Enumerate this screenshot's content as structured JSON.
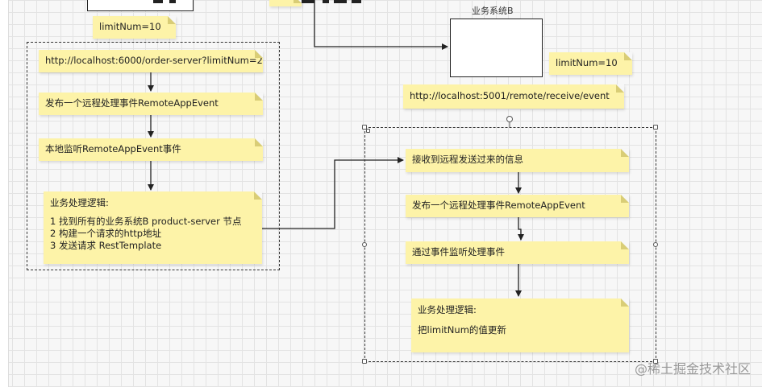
{
  "notes": {
    "top_limit": "limitNum=10",
    "url_a": "http://localhost:6000/order-server?limitNum=2",
    "publish_a": "发布一个远程处理事件RemoteAppEvent",
    "listen_local": "本地监听RemoteAppEvent事件",
    "logic_a": {
      "title": "业务处理逻辑:",
      "steps": [
        "1  找到所有的业务系统B  product-server 节点",
        "2  构建一个请求的http地址",
        "3  发送请求 RestTemplate"
      ]
    },
    "limit_b": "limitNum=10",
    "url_b": "http://localhost:5001/remote/receive/event",
    "receive_b": "接收到远程发送过来的信息",
    "publish_b": "发布一个远程处理事件RemoteAppEvent",
    "listen_b": "通过事件监听处理事件",
    "logic_b": {
      "title": "业务处理逻辑:",
      "body": "把limitNum的值更新"
    }
  },
  "system_b_label": "业务系统B",
  "watermark": "@稀土掘金技术社区",
  "colors": {
    "note_fill": "#fdf3a8",
    "line": "#222222",
    "grid": "#e3e3e3"
  }
}
